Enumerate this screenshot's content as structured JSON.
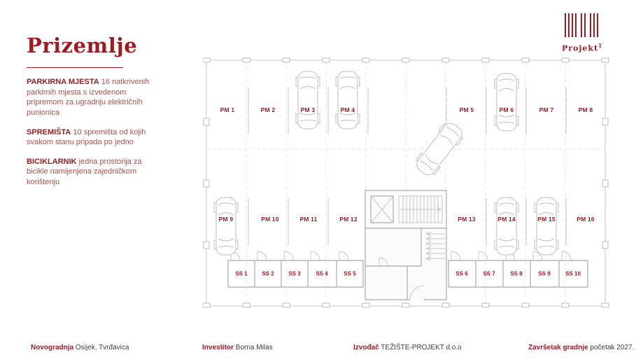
{
  "page": {
    "title": "Prizemlje"
  },
  "logo": {
    "text": "Projekt",
    "sup": "T"
  },
  "sidebar": {
    "blocks": [
      {
        "lead": "PARKIRNA MJESTA",
        "text": "16 natkrivenih parkirnih mjesta s izvedenom pripremom za ugradnju električnih punionica"
      },
      {
        "lead": "SPREMIŠTA",
        "text": "10 spremišta od kojih svakom stanu pripada po jedno"
      },
      {
        "lead": "BICIKLARNIK",
        "text": "jedna prostorija za bicikle namijenjena zajedničkom korištenju"
      }
    ]
  },
  "plan": {
    "pm_labels": [
      "PM 1",
      "PM 2",
      "PM 3",
      "PM 4",
      "PM 5",
      "PM 6",
      "PM 7",
      "PM 8",
      "PM 9",
      "PM 10",
      "PM 11",
      "PM 12",
      "PM 13",
      "PM 14",
      "PM 15",
      "PM 16"
    ],
    "ss_labels": [
      "SS 1",
      "SS 2",
      "SS 3",
      "SS 4",
      "SS 5",
      "SS 6",
      "SS 7",
      "SS 8",
      "SS 9",
      "SS 10"
    ]
  },
  "footer": {
    "items": [
      {
        "lead": "Novogradnja",
        "text": "Osijek, Tvrđavica"
      },
      {
        "lead": "Investitor",
        "text": "Borna Milas"
      },
      {
        "lead": "Izvođač",
        "text": "TEŽIŠTE-PROJEKT d.o.o"
      },
      {
        "lead": "Završetak gradnje",
        "text": "početak 2027."
      }
    ]
  },
  "colors": {
    "accent": "#9e1c21",
    "sidebar_text": "#b2524c",
    "plan_line": "#c7c7c7",
    "footer_text": "#3d3d3d"
  }
}
